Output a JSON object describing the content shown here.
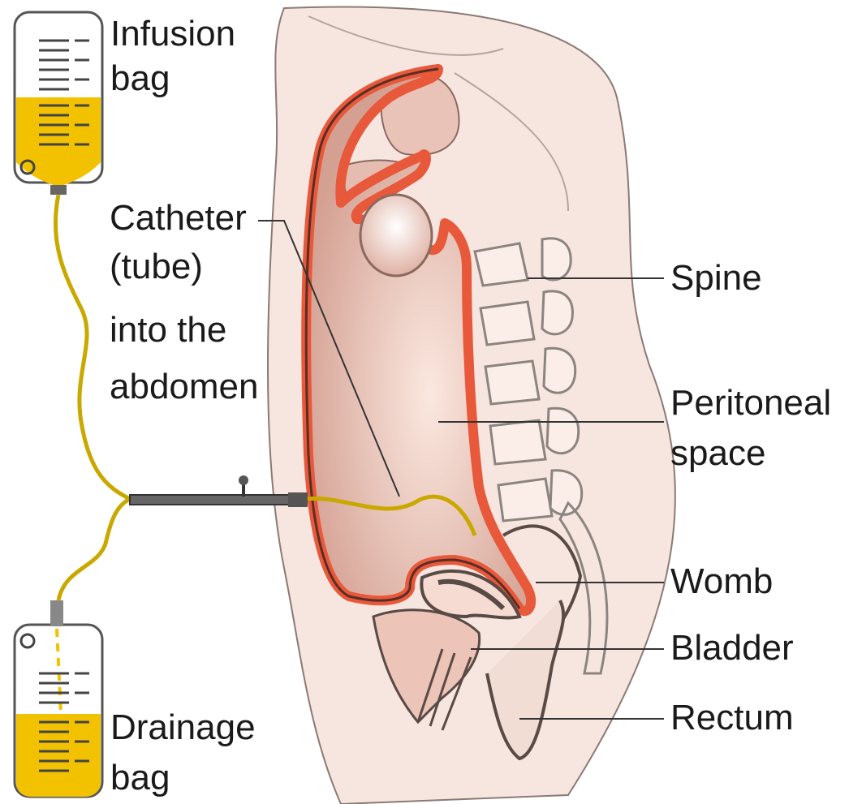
{
  "labels": {
    "infusion_bag_1": "Infusion",
    "infusion_bag_2": "bag",
    "catheter_1": "Catheter",
    "catheter_2": "(tube)",
    "catheter_3": "into the",
    "catheter_4": "abdomen",
    "spine": "Spine",
    "peritoneal_1": "Peritoneal",
    "peritoneal_2": "space",
    "womb": "Womb",
    "bladder": "Bladder",
    "rectum": "Rectum",
    "drainage_bag_1": "Drainage",
    "drainage_bag_2": "bag"
  },
  "colors": {
    "skin": "#f7e6df",
    "cavity": "#d8a79a",
    "peritoneum": "#e8583a",
    "fluid": "#f2c200",
    "tube": "#c9a800",
    "outline": "#5a4a45"
  },
  "icons": {
    "infusion_bag": "infusion-bag-icon",
    "drainage_bag": "drainage-bag-icon"
  }
}
